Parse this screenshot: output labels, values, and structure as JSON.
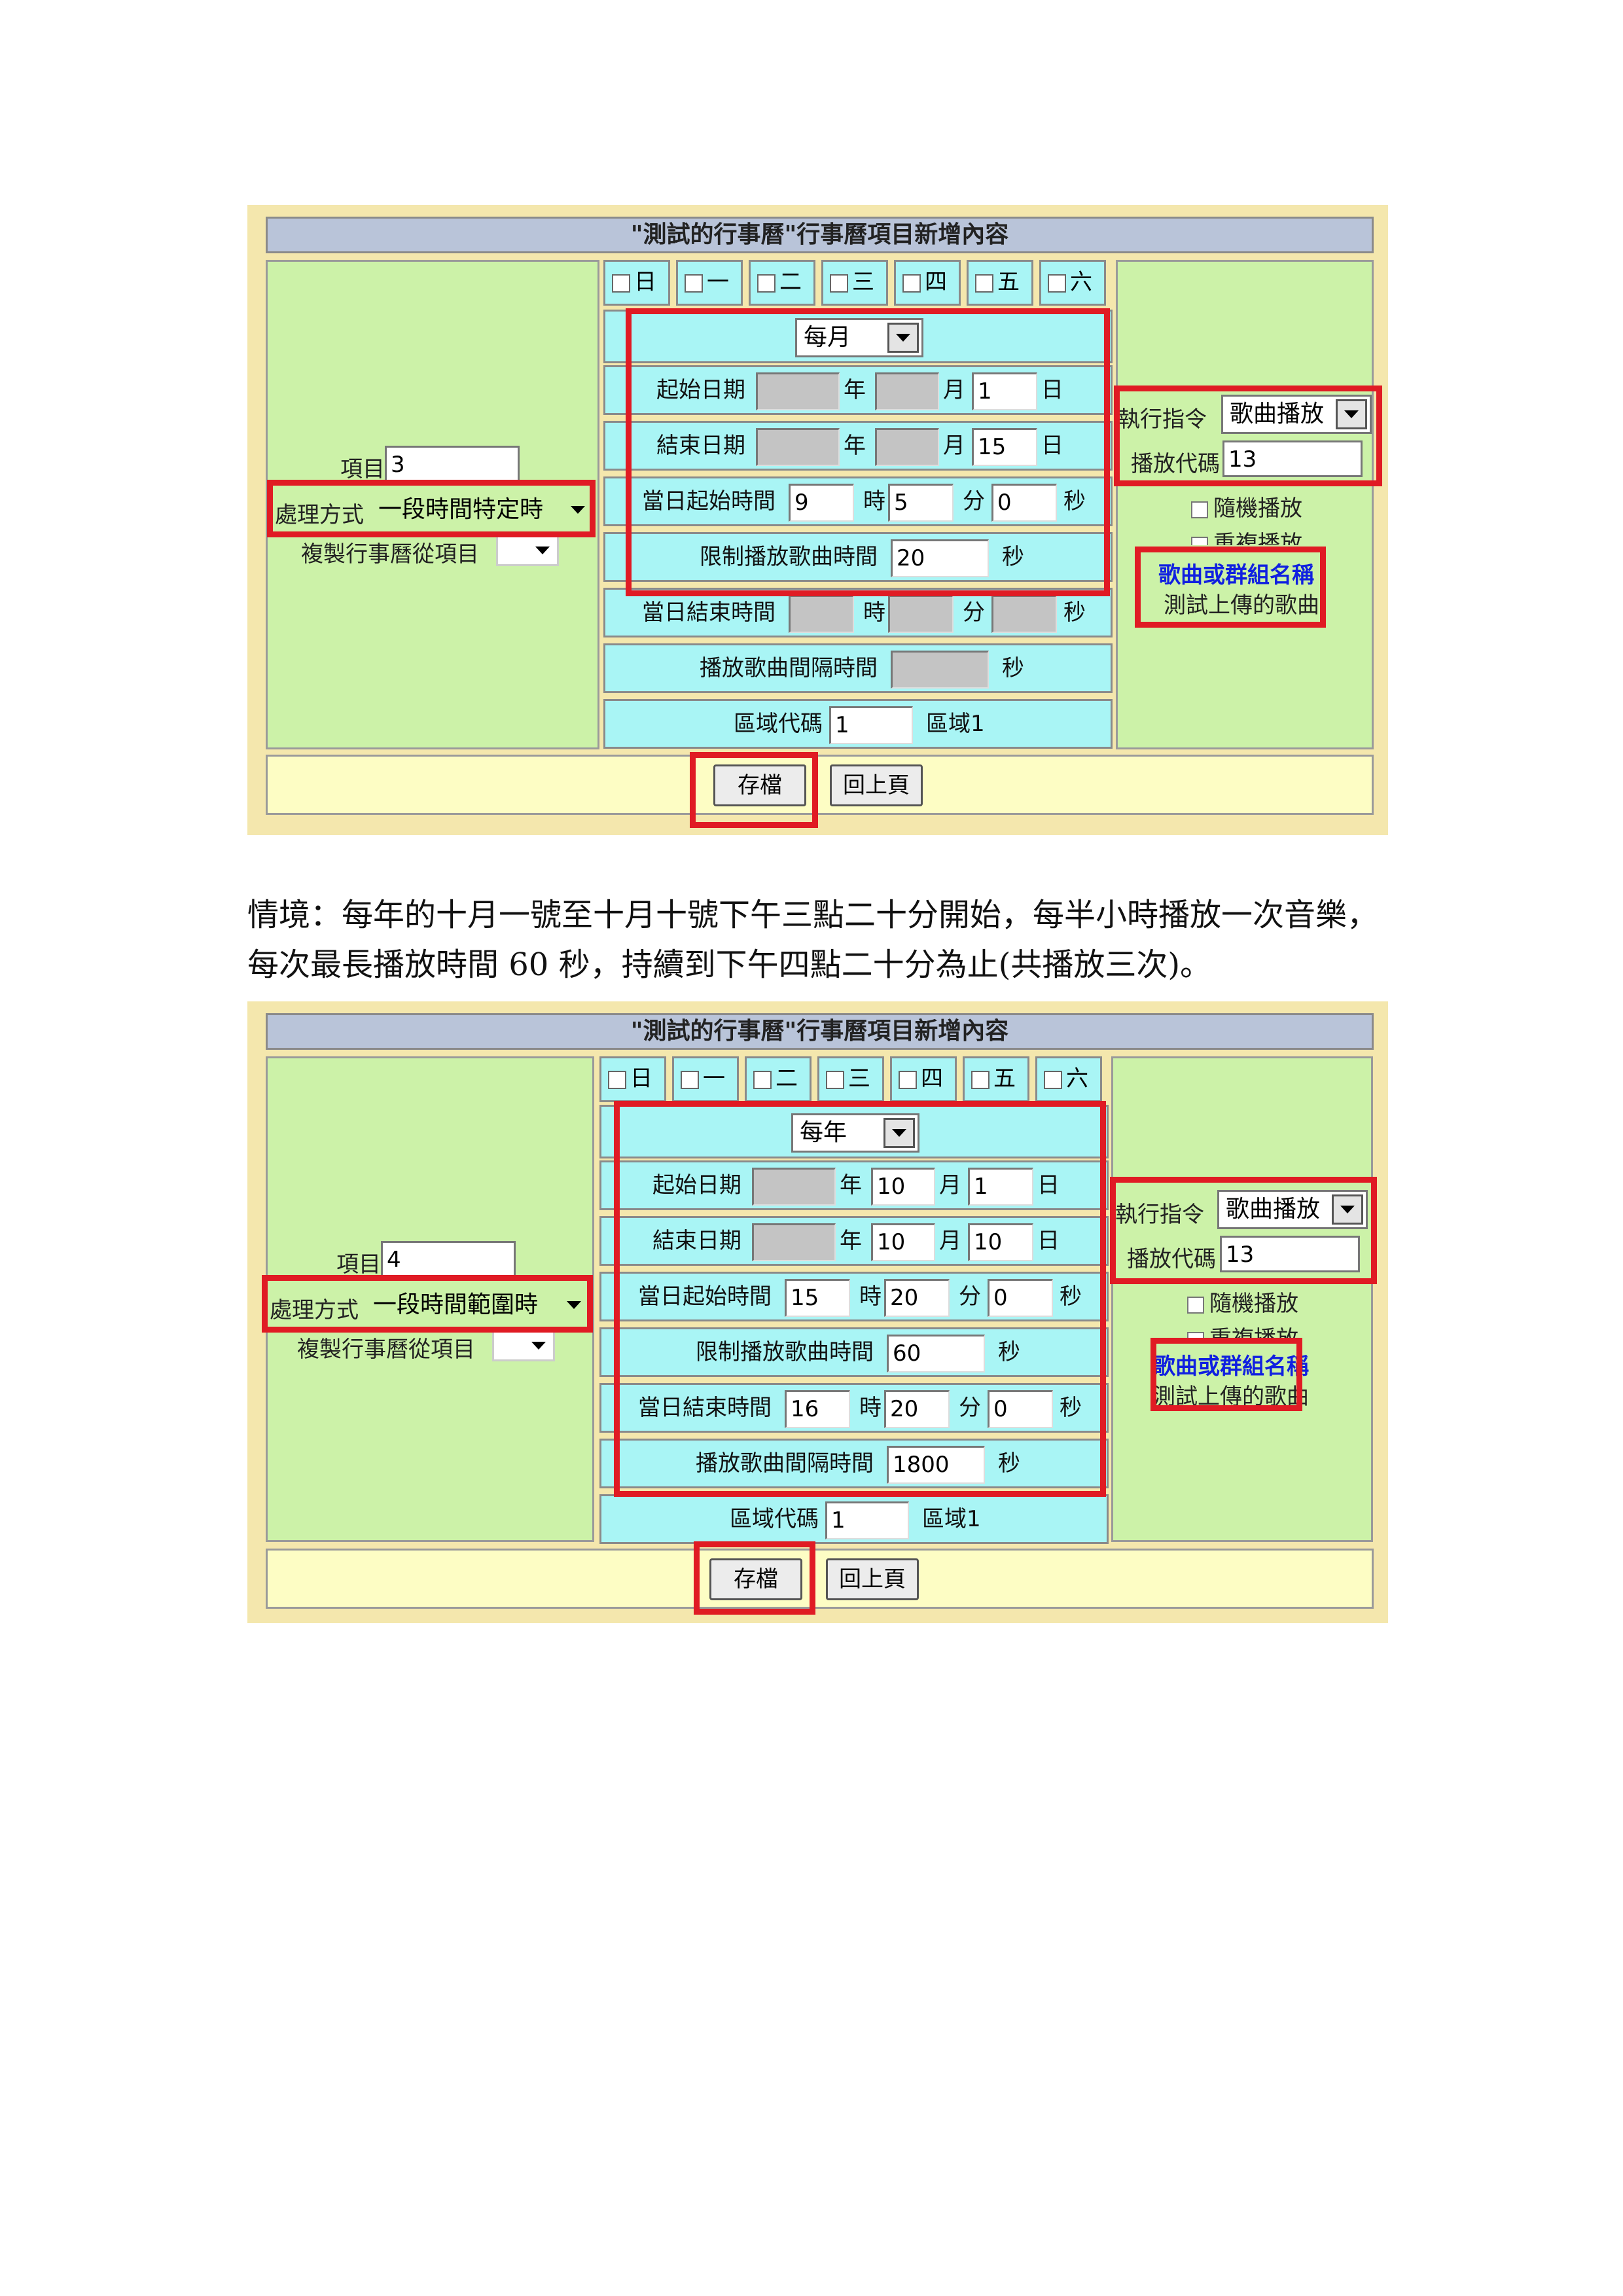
{
  "shots": [
    {
      "title": "\"測試的行事曆\"行事曆項目新增內容",
      "days": [
        "日",
        "一",
        "二",
        "三",
        "四",
        "五",
        "六"
      ],
      "item_label": "項目",
      "item_value": "3",
      "method_label": "處理方式",
      "method_value": "一段時間特定時",
      "copy_label": "複製行事曆從項目",
      "period": "每月",
      "start_date_label": "起始日期",
      "end_date_label": "結束日期",
      "year_unit": "年",
      "month_unit": "月",
      "day_unit": "日",
      "start_month": "",
      "start_day": "1",
      "end_month": "",
      "end_day": "15",
      "start_time_label": "當日起始時間",
      "start_h": "9",
      "start_m": "5",
      "start_s": "0",
      "hour_unit": "時",
      "minute_unit": "分",
      "second_unit": "秒",
      "limit_label": "限制播放歌曲時間",
      "limit_value": "20",
      "end_time_label": "當日結束時間",
      "end_h": "",
      "end_m": "",
      "end_s": "",
      "interval_label": "播放歌曲間隔時間",
      "interval_value": "",
      "zone_label": "區域代碼",
      "zone_value": "1",
      "zone_name": "區域1",
      "cmd_label": "執行指令",
      "cmd_value": "歌曲播放",
      "code_label": "播放代碼",
      "code_value": "13",
      "random_label": "隨機播放",
      "repeat_label": "重複播放",
      "song_header": "歌曲或群組名稱",
      "song_name": "測試上傳的歌曲",
      "save_label": "存檔",
      "back_label": "回上頁"
    },
    {
      "title": "\"測試的行事曆\"行事曆項目新增內容",
      "days": [
        "日",
        "一",
        "二",
        "三",
        "四",
        "五",
        "六"
      ],
      "item_label": "項目",
      "item_value": "4",
      "method_label": "處理方式",
      "method_value": "一段時間範圍時",
      "copy_label": "複製行事曆從項目",
      "period": "每年",
      "start_date_label": "起始日期",
      "end_date_label": "結束日期",
      "year_unit": "年",
      "month_unit": "月",
      "day_unit": "日",
      "start_month": "10",
      "start_day": "1",
      "end_month": "10",
      "end_day": "10",
      "start_time_label": "當日起始時間",
      "start_h": "15",
      "start_m": "20",
      "start_s": "0",
      "hour_unit": "時",
      "minute_unit": "分",
      "second_unit": "秒",
      "limit_label": "限制播放歌曲時間",
      "limit_value": "60",
      "end_time_label": "當日結束時間",
      "end_h": "16",
      "end_m": "20",
      "end_s": "0",
      "interval_label": "播放歌曲間隔時間",
      "interval_value": "1800",
      "zone_label": "區域代碼",
      "zone_value": "1",
      "zone_name": "區域1",
      "cmd_label": "執行指令",
      "cmd_value": "歌曲播放",
      "code_label": "播放代碼",
      "code_value": "13",
      "random_label": "隨機播放",
      "repeat_label": "重複播放",
      "song_header": "歌曲或群組名稱",
      "song_name": "測試上傳的歌曲",
      "save_label": "存檔",
      "back_label": "回上頁"
    }
  ],
  "scenario": {
    "line1": "情境：每年的十月一號至十月十號下午三點二十分開始，每半小時播放一次音樂，",
    "line2": "每次最長播放時間 60 秒，持續到下午四點二十分為止(共播放三次)。"
  },
  "colors": {
    "highlight": "#e01b24",
    "cyan": "#a9f5f5",
    "green": "#ccf2a8",
    "frame": "#f4e7ad",
    "title": "#b9c4d9",
    "blue_text": "#1020e0"
  }
}
